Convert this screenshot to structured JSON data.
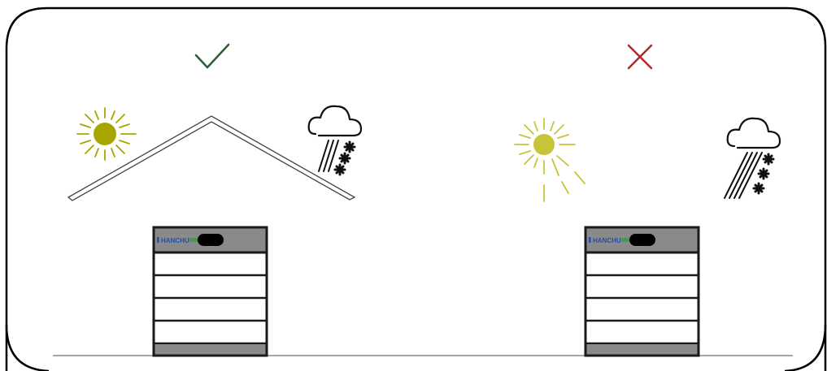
{
  "colors": {
    "background": "#ffffff",
    "frame_stroke": "#000000",
    "check_green": "#2f5d34",
    "cross_red": "#b0282c",
    "sun_yellow": "#a9a500",
    "sun_yellow_light": "#c8c43a",
    "roof_stroke": "#444444",
    "cabinet_grey": "#8a8a8a",
    "cabinet_dark": "#1a1a1a",
    "ground_line": "#888888",
    "brand_blue": "#2450a8",
    "brand_green": "#3aa04a"
  },
  "panels": [
    {
      "id": "correct",
      "indicator": "check-icon",
      "sheltered": true,
      "sun_rays_reach_unit": false
    },
    {
      "id": "incorrect",
      "indicator": "cross-icon",
      "sheltered": false,
      "sun_rays_reach_unit": true
    }
  ],
  "battery_unit": {
    "brand": "HANCHU",
    "modules": 4
  }
}
